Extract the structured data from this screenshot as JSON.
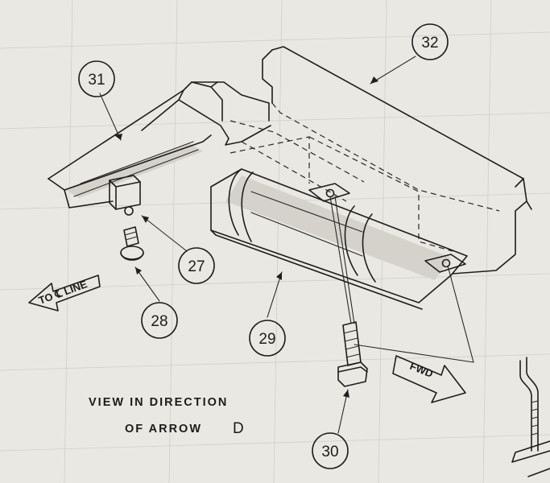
{
  "callouts": [
    {
      "id": "27",
      "label": "27"
    },
    {
      "id": "28",
      "label": "28"
    },
    {
      "id": "29",
      "label": "29"
    },
    {
      "id": "30",
      "label": "30"
    },
    {
      "id": "31",
      "label": "31"
    },
    {
      "id": "32",
      "label": "32"
    }
  ],
  "caption": {
    "line1": "VIEW IN DIRECTION",
    "line2": "OF ARROW",
    "arrow_letter": "D"
  },
  "direction_arrows": {
    "to_centerline": "TO ℄ LINE",
    "forward": "FWD"
  },
  "colors": {
    "paper": "#e9e8e2",
    "ink": "#1c1c1c"
  }
}
